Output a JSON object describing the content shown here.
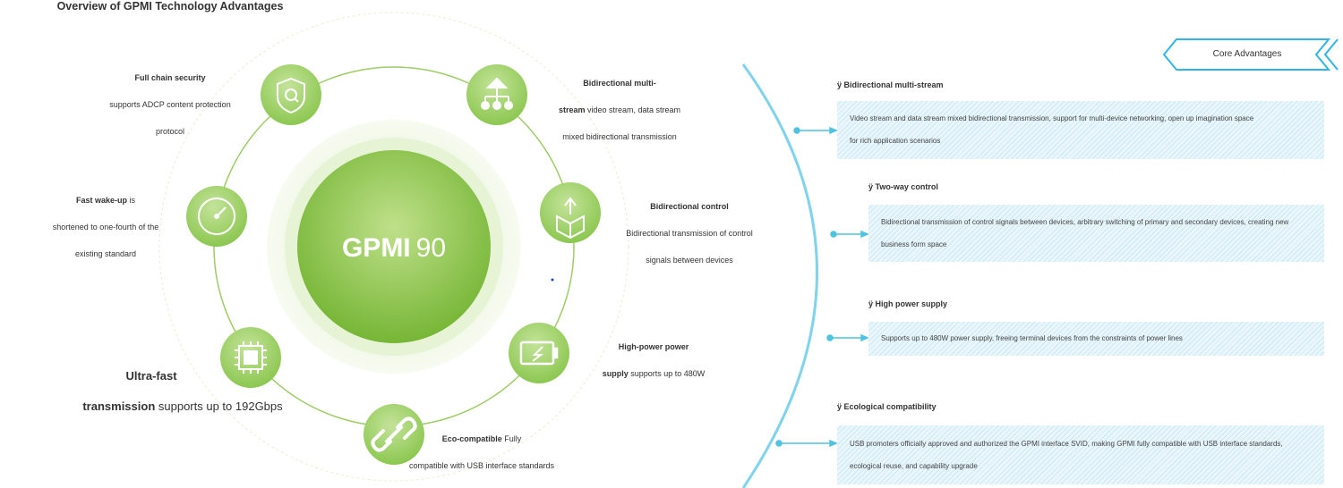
{
  "title": "Overview of GPMI Technology Advantages",
  "core": {
    "brand": "GPMI",
    "model": "90"
  },
  "features": [
    {
      "id": "security",
      "bold": "Full chain security",
      "lines": [
        "supports ADCP content protection",
        "protocol"
      ],
      "icon": "shield-icon"
    },
    {
      "id": "multistream",
      "bold": "Bidirectional multi-",
      "lines": [
        "stream",
        " video stream, data stream",
        "mixed bidirectional transmission"
      ],
      "icon": "network-tree-icon"
    },
    {
      "id": "wakeup",
      "bold": "Fast wake-up",
      "after": " is",
      "lines": [
        "shortened to one-fourth of the",
        "existing standard"
      ],
      "icon": "gauge-icon"
    },
    {
      "id": "control",
      "bold": "Bidirectional control",
      "lines": [
        "Bidirectional transmission of control",
        "signals between devices"
      ],
      "icon": "box-upload-icon"
    },
    {
      "id": "power",
      "bold": "High-power power",
      "lines": [
        "supply",
        " supports up to 480W"
      ],
      "icon": "battery-icon"
    },
    {
      "id": "transmission",
      "bold": "Ultra-fast",
      "lines": [
        "transmission",
        " supports up to 192Gbps"
      ],
      "icon": "chip-icon"
    },
    {
      "id": "eco",
      "bold": "Eco-compatible",
      "after": " Fully",
      "lines": [
        "compatible with USB interface standards"
      ],
      "icon": "link-icon"
    }
  ],
  "core_advantages_label": "Core Advantages",
  "advantages": [
    {
      "head": "ÿ Bidirectional multi-stream",
      "text": [
        "Video stream and data stream mixed bidirectional transmission, support for multi-device networking, open up imagination space",
        "for rich application scenarios"
      ]
    },
    {
      "head": "ÿ Two-way control",
      "text": [
        "Bidirectional transmission of control signals between devices, arbitrary switching of primary and secondary devices, creating new",
        "business form space"
      ]
    },
    {
      "head": "ÿ High power supply",
      "text": [
        "Supports up to 480W power supply, freeing terminal devices from the constraints of power lines"
      ]
    },
    {
      "head": "ÿ Ecological compatibility",
      "text": [
        "USB promoters officially approved and authorized the GPMI interface SVID, making GPMI fully compatible with USB interface standards,",
        "ecological reuse, and capability upgrade"
      ]
    }
  ],
  "colors": {
    "green_light": "#c8e6a0",
    "green_dark": "#7bbf3a",
    "ring": "#9ccc65",
    "cyan": "#4fc3e0",
    "hatch": "#c9eaf5"
  }
}
